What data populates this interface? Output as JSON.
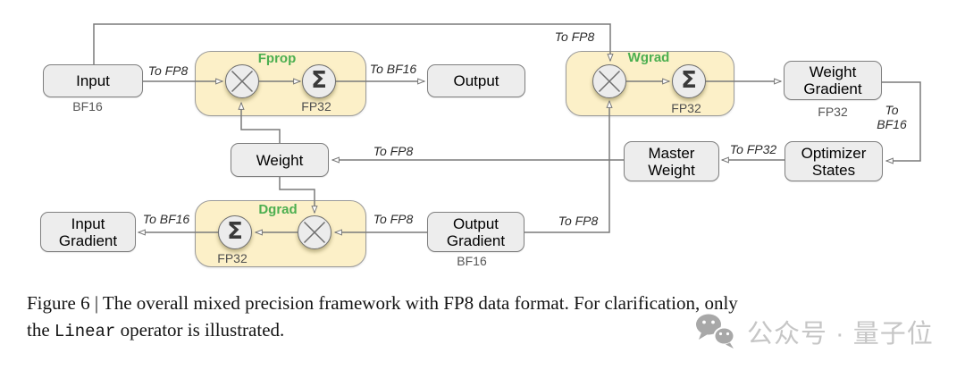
{
  "figure": {
    "type": "dataflow-diagram",
    "nodes": {
      "input": {
        "label": "Input",
        "format": "BF16"
      },
      "output": {
        "label": "Output"
      },
      "weight": {
        "label": "Weight"
      },
      "weight_gradient": {
        "label": "Weight Gradient",
        "format": "FP32"
      },
      "master_weight": {
        "label": "Master Weight"
      },
      "optimizer_states": {
        "label": "Optimizer States"
      },
      "input_gradient": {
        "label": "Input Gradient"
      },
      "output_gradient": {
        "label": "Output Gradient",
        "format": "BF16"
      }
    },
    "operators": {
      "fprop": {
        "label": "Fprop",
        "accumulate_format": "FP32"
      },
      "wgrad": {
        "label": "Wgrad",
        "accumulate_format": "FP32"
      },
      "dgrad": {
        "label": "Dgrad",
        "accumulate_format": "FP32"
      }
    },
    "symbols": {
      "sum": "Σ"
    },
    "edge_labels": {
      "input_to_fprop": "To FP8",
      "fprop_to_output": "To BF16",
      "input_to_wgrad": "To FP8",
      "wgrad_to_optimizer_line1": "To",
      "wgrad_to_optimizer_line2": "BF16",
      "optimizer_to_master": "To FP32",
      "master_to_weight": "To FP8",
      "outgrad_to_dgrad": "To FP8",
      "dgrad_to_ingrad": "To BF16",
      "outgrad_to_wgrad": "To FP8"
    },
    "colors": {
      "operator_fill": "#FCF0C8",
      "operator_label_green": "#4CAF50",
      "node_fill": "#EDEDED",
      "connector_gray": "#7a7a7a"
    }
  },
  "caption": {
    "line1": "Figure 6 | The overall mixed precision framework with FP8 data format. For clarification, only",
    "line2_prefix": "the ",
    "line2_code": "Linear",
    "line2_suffix": " operator is illustrated."
  },
  "watermark": {
    "icon": "wechat-icon",
    "text": "公众号 · 量子位"
  }
}
